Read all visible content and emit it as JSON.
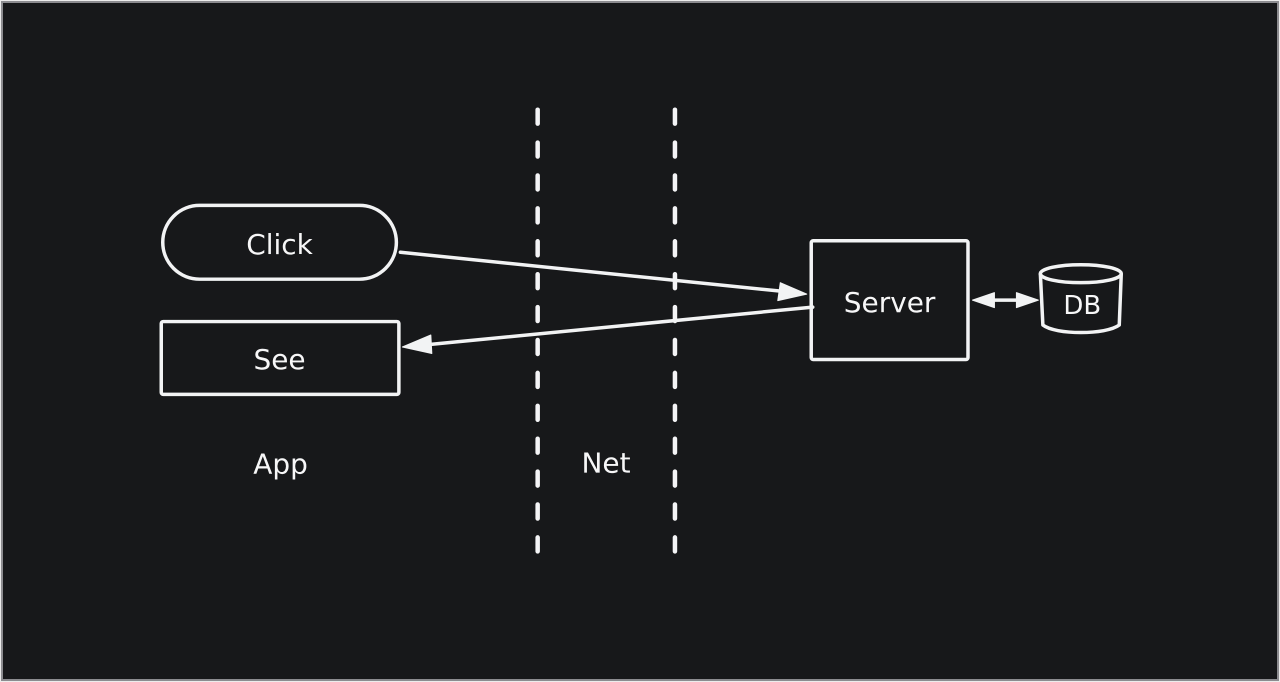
{
  "app": {
    "kind": "whiteboard-diagram",
    "theme": "dark",
    "colors": {
      "canvas_background": "#17181a",
      "stroke": "#f2f3f4",
      "text": "#f7f7f8",
      "frame_outer": "#ececec",
      "frame_inner": "#8c8c90"
    }
  },
  "labels": {
    "click": "Click",
    "see": "See",
    "server": "Server",
    "db": "DB",
    "zone_app": "App",
    "zone_net": "Net"
  },
  "nodes": [
    {
      "id": "click",
      "shape": "pill",
      "label": "Click",
      "zone": "App"
    },
    {
      "id": "see",
      "shape": "rectangle",
      "label": "See",
      "zone": "App"
    },
    {
      "id": "server",
      "shape": "rectangle",
      "label": "Server",
      "zone": "right"
    },
    {
      "id": "db",
      "shape": "cylinder",
      "label": "DB",
      "zone": "right"
    }
  ],
  "edges": [
    {
      "from": "Click",
      "to": "Server",
      "style": "single-arrow",
      "direction": "left-to-right"
    },
    {
      "from": "Server",
      "to": "See",
      "style": "single-arrow",
      "direction": "right-to-left"
    },
    {
      "from": "Server",
      "to": "DB",
      "style": "double-arrow",
      "direction": "bidirectional"
    }
  ],
  "zones": [
    {
      "label": "App",
      "position": "left-of-dashed-lines"
    },
    {
      "label": "Net",
      "position": "between-dashed-lines"
    }
  ],
  "separators": {
    "style": "dashed-vertical-line",
    "count": 2
  }
}
